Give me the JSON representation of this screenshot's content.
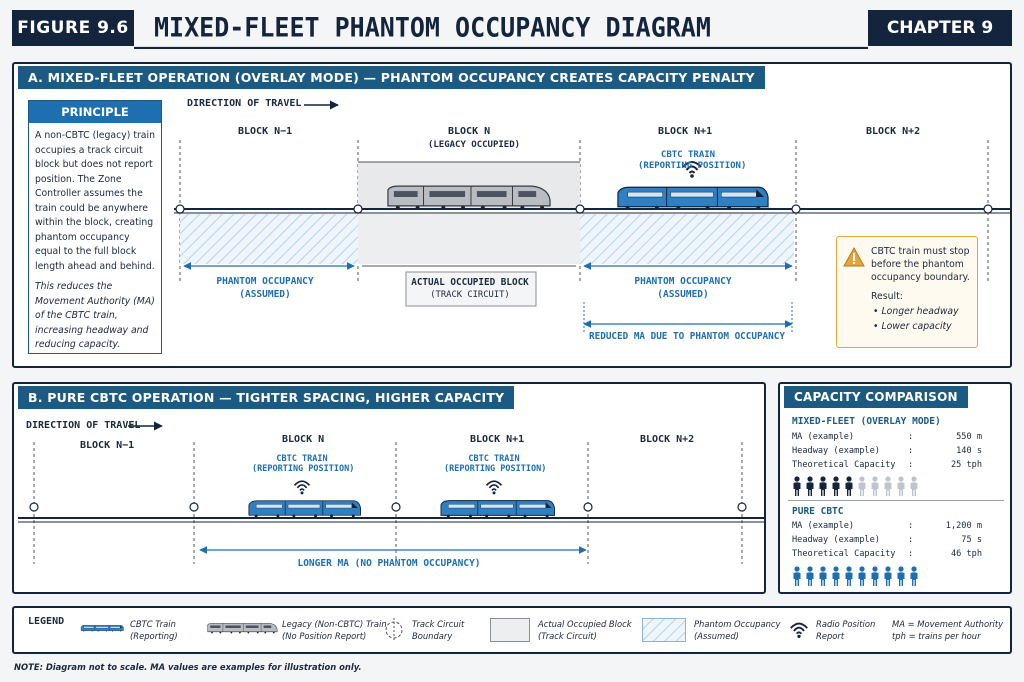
{
  "header": {
    "figure": "FIGURE 9.6",
    "title": "MIXED-FLEET PHANTOM OCCUPANCY DIAGRAM",
    "chapter": "CHAPTER 9"
  },
  "section_a": {
    "title": "A. MIXED-FLEET OPERATION (OVERLAY MODE) — PHANTOM OCCUPANCY CREATES CAPACITY PENALTY",
    "principle_title": "PRINCIPLE",
    "principle_text": "A non-CBTC (legacy) train occupies a track circuit block but does not report position. The Zone Controller assumes the train could be anywhere within the block, creating phantom occupancy equal to the full block length ahead and behind.",
    "principle_italic": "This reduces the Movement Authority (MA) of the CBTC train, increasing headway and reducing capacity.",
    "direction": "DIRECTION OF TRAVEL",
    "blocks": [
      "BLOCK N−1",
      "BLOCK N",
      "BLOCK N+1",
      "BLOCK N+2"
    ],
    "block_n_sub": "(LEGACY OCCUPIED)",
    "cbtc_label_1": "CBTC TRAIN",
    "cbtc_label_2": "(REPORTING POSITION)",
    "phantom_1": "PHANTOM OCCUPANCY",
    "phantom_2": "(ASSUMED)",
    "actual_1": "ACTUAL OCCUPIED BLOCK",
    "actual_2": "(TRACK CIRCUIT)",
    "reduced_ma": "REDUCED MA DUE TO PHANTOM OCCUPANCY",
    "warn_text": "CBTC train must stop before the phantom occupancy boundary.",
    "warn_result": "Result:",
    "warn_bullets": [
      "Longer headway",
      "Lower capacity"
    ]
  },
  "section_b": {
    "title": "B. PURE CBTC OPERATION — TIGHTER SPACING, HIGHER CAPACITY",
    "direction": "DIRECTION OF TRAVEL",
    "blocks": [
      "BLOCK N−1",
      "BLOCK N",
      "BLOCK N+1",
      "BLOCK N+2"
    ],
    "cbtc_label_1": "CBTC TRAIN",
    "cbtc_label_2": "(REPORTING POSITION)",
    "longer_ma": "LONGER MA (NO PHANTOM OCCUPANCY)"
  },
  "capacity": {
    "title": "CAPACITY COMPARISON",
    "mixed_title": "MIXED-FLEET (OVERLAY MODE)",
    "pure_title": "PURE CBTC",
    "rows_labels": [
      "MA (example)",
      "Headway (example)",
      "Theoretical Capacity"
    ],
    "mixed_values": [
      "550 m",
      "140 s",
      "25 tph"
    ],
    "pure_values": [
      "1,200 m",
      "75 s",
      "46 tph"
    ],
    "mixed_people_filled": 5,
    "mixed_people_total": 10,
    "pure_people_filled": 10
  },
  "legend": {
    "title": "LEGEND",
    "items": [
      [
        "CBTC Train",
        "(Reporting)"
      ],
      [
        "Legacy (Non-CBTC) Train",
        "(No Position Report)"
      ],
      [
        "Track Circuit",
        "Boundary"
      ],
      [
        "Actual Occupied Block",
        "(Track Circuit)"
      ],
      [
        "Phantom Occupancy",
        "(Assumed)"
      ],
      [
        "Radio Position",
        "Report"
      ],
      [
        "MA = Movement Authority",
        "tph = trains per hour"
      ]
    ]
  },
  "note": "NOTE: Diagram not to scale. MA values are examples for illustration only.",
  "colors": {
    "navy": "#14243d",
    "blue": "#1d6fb0",
    "teal": "#1b5a82",
    "warn": "#e2a63a"
  }
}
